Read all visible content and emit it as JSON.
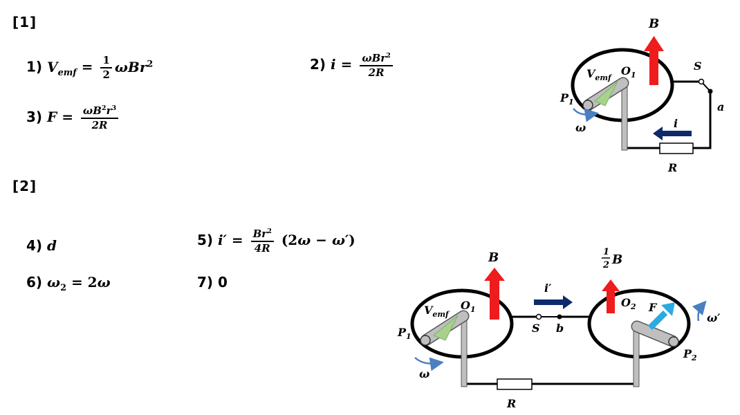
{
  "sections": {
    "s1": "[1]",
    "s2": "[2]"
  },
  "answers": {
    "a1_num": "1)",
    "a2_num": "2)",
    "a3_num": "3)",
    "a4_num": "4)",
    "a4_val": "d",
    "a5_num": "5)",
    "a6_num": "6)",
    "a7_num": "7)",
    "a7_val": "0"
  },
  "diagram_top": {
    "label_B": "B",
    "label_S": "S",
    "label_a": "a",
    "label_i": "i",
    "label_R": "R",
    "label_omega": "ω",
    "label_O1": "O",
    "label_P1": "P",
    "label_Vemf": "V",
    "sub_emf": "emf",
    "sub_1": "1"
  },
  "diagram_bottom": {
    "label_B": "B",
    "label_half_num": "1",
    "label_half_den": "2",
    "label_B2": "B",
    "label_i_prime": "i′",
    "label_S": "S",
    "label_b": "b",
    "label_R": "R",
    "label_omega": "ω",
    "label_omega_prime": "ω′",
    "label_F": "F",
    "label_O1": "O",
    "label_O2": "O",
    "label_P1": "P",
    "label_P2": "P",
    "label_Vemf": "V",
    "sub_emf": "emf",
    "sub_1": "1",
    "sub_2": "2"
  },
  "colors": {
    "field_arrow": "#ee1c1c",
    "current_arrow": "#0d2a6b",
    "force_arrow": "#29abe2",
    "rotation_arrow": "#4a7fc1",
    "emf_arrow": "#a9d18e",
    "rod": "#bfbfbf"
  }
}
